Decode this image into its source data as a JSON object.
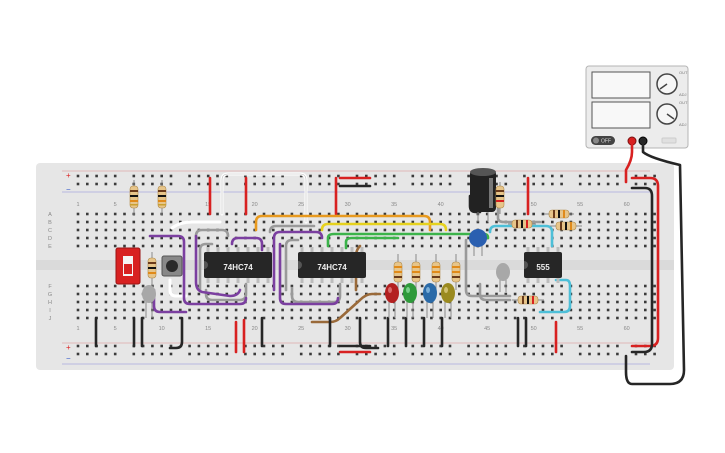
{
  "power_supply": {
    "off_label": "OFF",
    "knob_labels": [
      "OUT",
      "ADJ",
      "OUT",
      "ADJ"
    ]
  },
  "breadboard": {
    "column_numbers": [
      "1",
      "5",
      "10",
      "15",
      "20",
      "25",
      "30",
      "35",
      "40",
      "45",
      "50",
      "55",
      "60"
    ],
    "row_letters_top": [
      "A",
      "B",
      "C",
      "D",
      "E"
    ],
    "row_letters_bottom": [
      "F",
      "G",
      "H",
      "I",
      "J"
    ],
    "rail_plus": "+",
    "rail_minus": "−"
  },
  "chips": {
    "u1": "74HC74",
    "u2": "74HC74",
    "u3": "555"
  },
  "colors": {
    "board": "#e6e6e6",
    "wire_red": "#d82121",
    "wire_black": "#262626",
    "wire_purple": "#7b3fa0",
    "wire_gray": "#9a9a9a",
    "wire_orange": "#e89a1f",
    "wire_yellow": "#e6d21e",
    "wire_green": "#3bb34a",
    "wire_cyan": "#4dbfd8",
    "wire_brown": "#9a6a3a",
    "wire_white": "#f4f4f4",
    "led_red": "#b32020",
    "led_green": "#2e9a3a",
    "led_blue": "#2a6aa8",
    "led_yellow": "#9a8a20",
    "capacitor_ceramic": "#2a5fb0"
  }
}
